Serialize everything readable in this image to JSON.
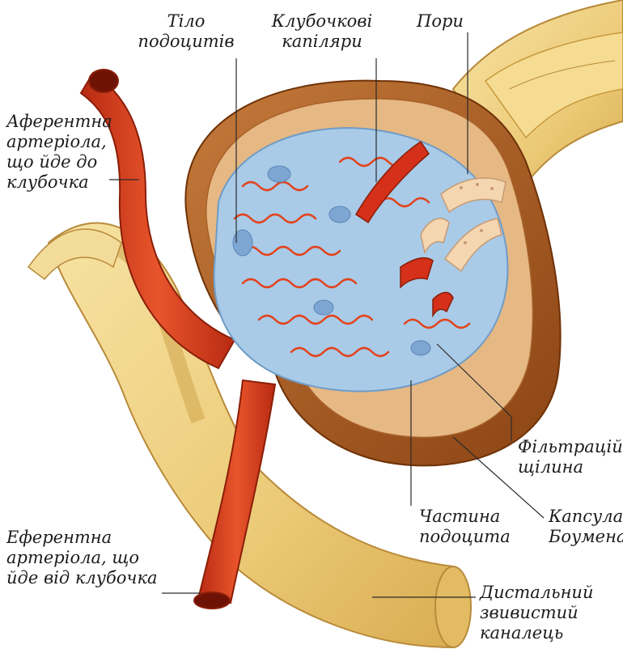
{
  "labels": {
    "podocyte_body": [
      "Тіло",
      "подоцитів"
    ],
    "glomerular_capillaries": [
      "Клубочкові",
      "капіляри"
    ],
    "pores": [
      "Пори"
    ],
    "afferent_arteriole": [
      "Аферентна",
      "артеріола,",
      "що йде до",
      "клубочка"
    ],
    "filtration_slit": [
      "Фільтраційна",
      "щілина"
    ],
    "podocyte_part": [
      "Частина",
      "подоцита"
    ],
    "bowman_capsule": [
      "Капсула",
      "Боумена"
    ],
    "efferent_arteriole": [
      "Еферентна",
      "артеріола, що",
      "йде від клубочка"
    ],
    "distal_tubule": [
      "Дистальний",
      "звивистий",
      "каналець"
    ]
  },
  "colors": {
    "artery_red": "#d9401e",
    "podocyte_blue": "#a9cbe8",
    "capsule_brown": "#a85a22",
    "tubule_yellow": "#f0d48a",
    "leader_line": "#2a2a2a"
  }
}
